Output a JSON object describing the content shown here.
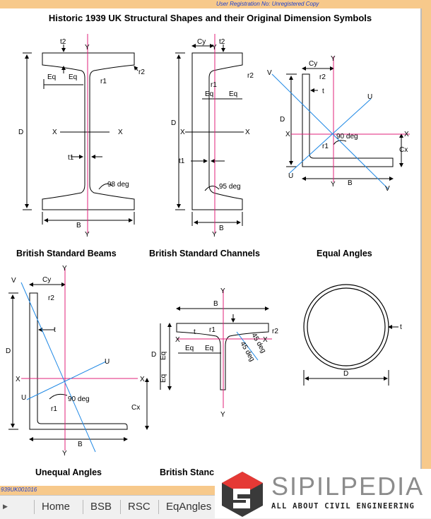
{
  "app": {
    "registration": "User Registration No:   Unregistered Copy",
    "reg_code": "939UK001016",
    "title": "Historic 1939 UK Structural Shapes and their Original Dimension Symbols"
  },
  "captions": {
    "beams": "British  Standard Beams",
    "channels": "British Standard Channels",
    "equal_angles": "Equal Angles",
    "unequal_angles": "Unequal Angles",
    "tees": "British Stanc"
  },
  "labels": {
    "t2": "t2",
    "r1": "r1",
    "r2": "r2",
    "eq": "Eq",
    "d": "D",
    "b": "B",
    "x": "X",
    "y": "Y",
    "u": "U",
    "v": "V",
    "t1": "t1",
    "t": "t",
    "cy": "Cy",
    "cx": "Cx",
    "deg98": "98 deg",
    "deg95": "95 deg",
    "deg90": "90 deg",
    "deg45": "45 deg"
  },
  "tabs": [
    {
      "label": "Home"
    },
    {
      "label": "BSB"
    },
    {
      "label": "RSC"
    },
    {
      "label": "EqAngles"
    }
  ],
  "logo": {
    "name": "SIPILPEDIA",
    "tagline": "ALL ABOUT CIVIL ENGINEERING"
  },
  "colors": {
    "accent_bar": "#f7c98b",
    "axis_red": "#e0207a",
    "axis_blue": "#1e88e5",
    "link_text": "#1a3fd1"
  }
}
